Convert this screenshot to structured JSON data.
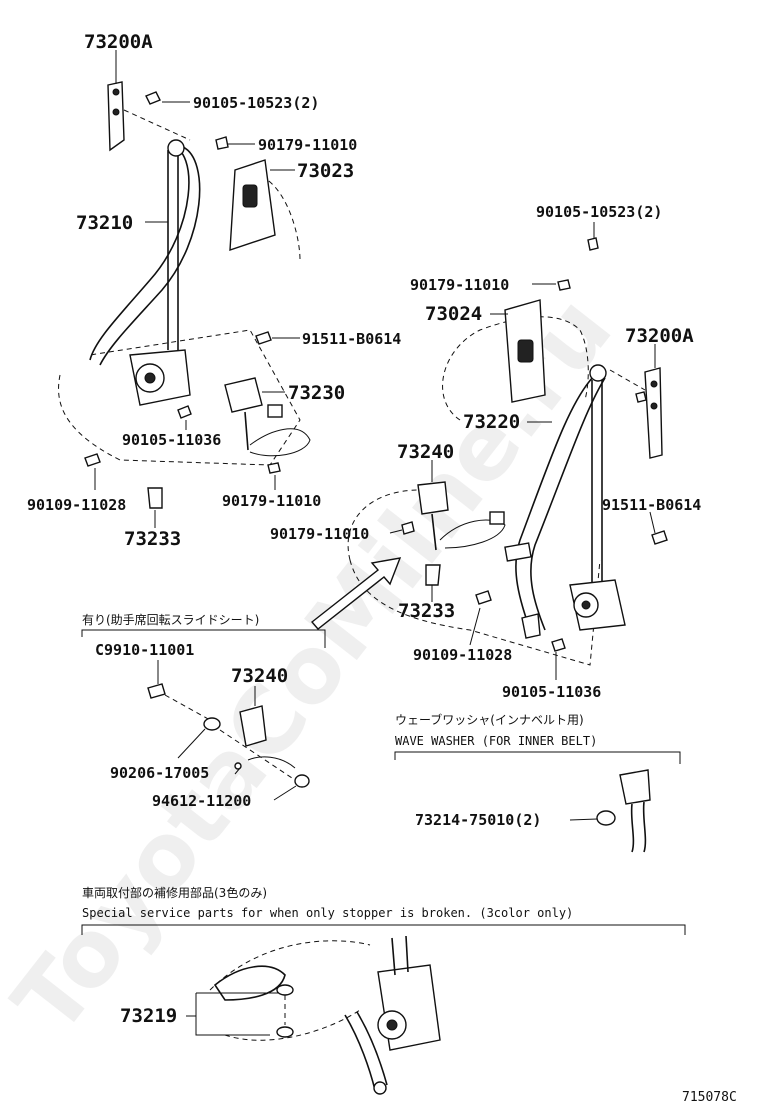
{
  "watermark": "ToyotaCoMilne.ru",
  "figure_code": "715078C",
  "labels": {
    "p73200A_left": "73200A",
    "p90105_10523_left": "90105-10523(2)",
    "p90179_11010_top": "90179-11010",
    "p73023": "73023",
    "p73210": "73210",
    "p91511_B0614_left": "91511-B0614",
    "p73230": "73230",
    "p90105_11036_left": "90105-11036",
    "p90109_11028_left": "90109-11028",
    "p90179_11010_lowleft": "90179-11010",
    "p73233_left": "73233",
    "p90105_10523_right": "90105-10523(2)",
    "p90179_11010_right": "90179-11010",
    "p73024": "73024",
    "p73200A_right": "73200A",
    "p73220": "73220",
    "p73240_right": "73240",
    "p91511_B0614_right": "91511-B0614",
    "p90179_11010_mid": "90179-11010",
    "p73233_right": "73233",
    "p90109_11028_right": "90109-11028",
    "p90105_11036_right": "90105-11036",
    "p73240_inset": "73240",
    "pC9910_11001": "C9910-11001",
    "p90206_17005": "90206-17005",
    "p94612_11200": "94612-11200",
    "p73214_75010": "73214-75010(2)",
    "p73219": "73219"
  },
  "notes": {
    "inset_jp": "有り(助手席回転スライドシート)",
    "washer_jp": "ウェーブワッシャ(インナベルト用)",
    "washer_en": "WAVE WASHER (FOR INNER BELT)",
    "service_jp": "車両取付部の補修用部品(3色のみ)",
    "service_en": "Special service parts for when only stopper is broken. (3color only)"
  }
}
